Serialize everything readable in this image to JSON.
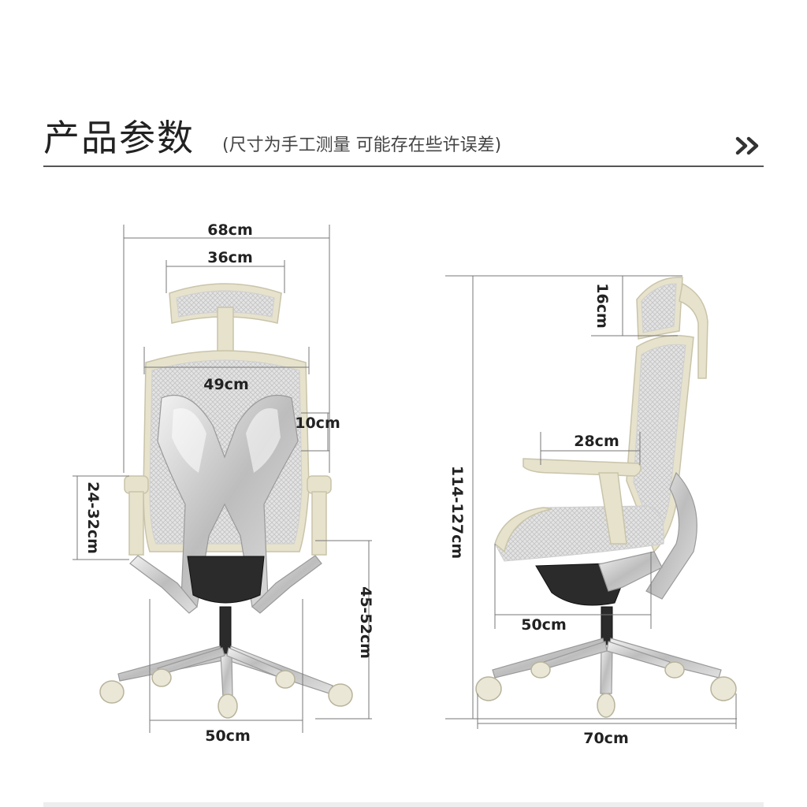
{
  "header": {
    "title": "产品参数",
    "subtitle": "(尺寸为手工测量 可能存在些许误差)",
    "more_icon": "double-chevron-right-icon"
  },
  "front_view": {
    "overall_width": "68cm",
    "headrest_width": "36cm",
    "backrest_width": "49cm",
    "lumbar_height": "10cm",
    "armrest_height": "24-32cm",
    "seat_height": "45-52cm",
    "base_width": "50cm"
  },
  "side_view": {
    "headrest_height": "16cm",
    "total_height": "114-127cm",
    "armrest_depth": "28cm",
    "seat_depth": "50cm",
    "base_depth": "70cm"
  },
  "colors": {
    "frame": "#e6e2cc",
    "mesh": "#d8d8d8",
    "aluminum": "#c8c8c8",
    "text": "#222222",
    "dimension_line": "#777777"
  }
}
